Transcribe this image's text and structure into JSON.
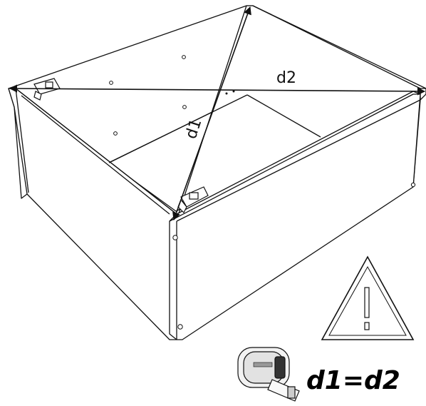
{
  "diagram": {
    "labels": {
      "diagonal_1": "d1",
      "diagonal_2": "d2",
      "equation": "d1=d2",
      "warning_symbol": "!"
    },
    "icons": [
      "warning-triangle-icon",
      "tape-measure-icon"
    ],
    "colors": {
      "line": "#111111",
      "background": "#ffffff",
      "panel_fill": "#ffffff"
    }
  }
}
